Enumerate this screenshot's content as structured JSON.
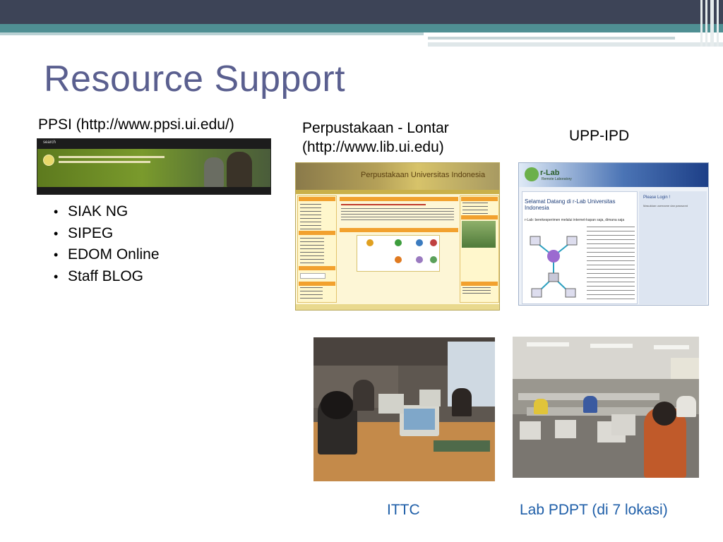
{
  "slide": {
    "title": "Resource Support"
  },
  "ppsi": {
    "caption": "PPSI (http://www.ppsi.ui.edu/)",
    "banner_search_text": "search"
  },
  "services": {
    "items": [
      "SIAK NG",
      "SIPEG",
      "EDOM Online",
      "Staff BLOG"
    ]
  },
  "library": {
    "caption_line1": "Perpustakaan - Lontar",
    "caption_line2": "(http://www.lib.ui.edu)",
    "banner_title": "Perpustakaan Universitas Indonesia"
  },
  "upp_ipd": {
    "caption": "UPP-IPD",
    "logo_text": "r-Lab",
    "logo_subtitle": "Remote Laboratory",
    "welcome_text": "Selamat Datang di r-Lab Universitas Indonesia",
    "subtitle_text": "r-Lab: berekesperimen melalui internet-kapan saja, dimana saja",
    "login_label": "Please Login !",
    "login_hint": "Masukkan username dan password"
  },
  "photos": {
    "ittc_caption": "ITTC",
    "pdpt_caption": "Lab PDPT (di 7 lokasi)"
  },
  "colors": {
    "title": "#5a5f8f",
    "caption_blue": "#1e5ea8",
    "topbar": "#3d4457",
    "teal": "#4f8f93"
  }
}
